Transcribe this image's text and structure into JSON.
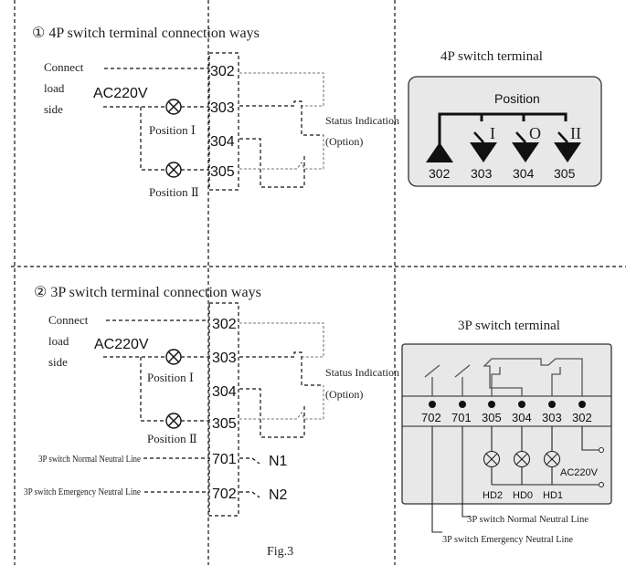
{
  "figure": {
    "caption": "Fig.3"
  },
  "section_4p": {
    "title": "① 4P switch terminal connection ways",
    "connect_label": [
      "Connect",
      "load",
      "side"
    ],
    "voltage": "AC220V",
    "position_1": "Position Ⅰ",
    "position_2": "Position Ⅱ",
    "terminals": [
      "302",
      "303",
      "304",
      "305"
    ],
    "status_label": "Status Indication",
    "status_option": "(Option)",
    "terminal_panel": {
      "title": "4P switch terminal",
      "position_header": "Position",
      "positions": [
        "I",
        "O",
        "II"
      ],
      "terminals": [
        "302",
        "303",
        "304",
        "305"
      ]
    }
  },
  "section_3p": {
    "title": "② 3P switch terminal connection ways",
    "connect_label": [
      "Connect",
      "load",
      "side"
    ],
    "voltage": "AC220V",
    "position_1": "Position Ⅰ",
    "position_2": "Position Ⅱ",
    "terminals": [
      "302",
      "303",
      "304",
      "305",
      "701",
      "702"
    ],
    "status_label": "Status Indication",
    "status_option": "(Option)",
    "normal_neutral_line": "3P switch Normal Neutral Line",
    "emergency_neutral_line": "3P switch  Emergency Neutral Line",
    "neutral_labels": [
      "N1",
      "N2"
    ],
    "terminal_panel": {
      "title": "3P switch terminal",
      "terminals": [
        "702",
        "701",
        "305",
        "304",
        "303",
        "302"
      ],
      "lamps": [
        "HD2",
        "HD0",
        "HD1"
      ],
      "voltage": "AC220V",
      "normal_neutral_line": "3P switch Normal Neutral Line",
      "emergency_neutral_line": "3P switch  Emergency Neutral Line"
    }
  }
}
